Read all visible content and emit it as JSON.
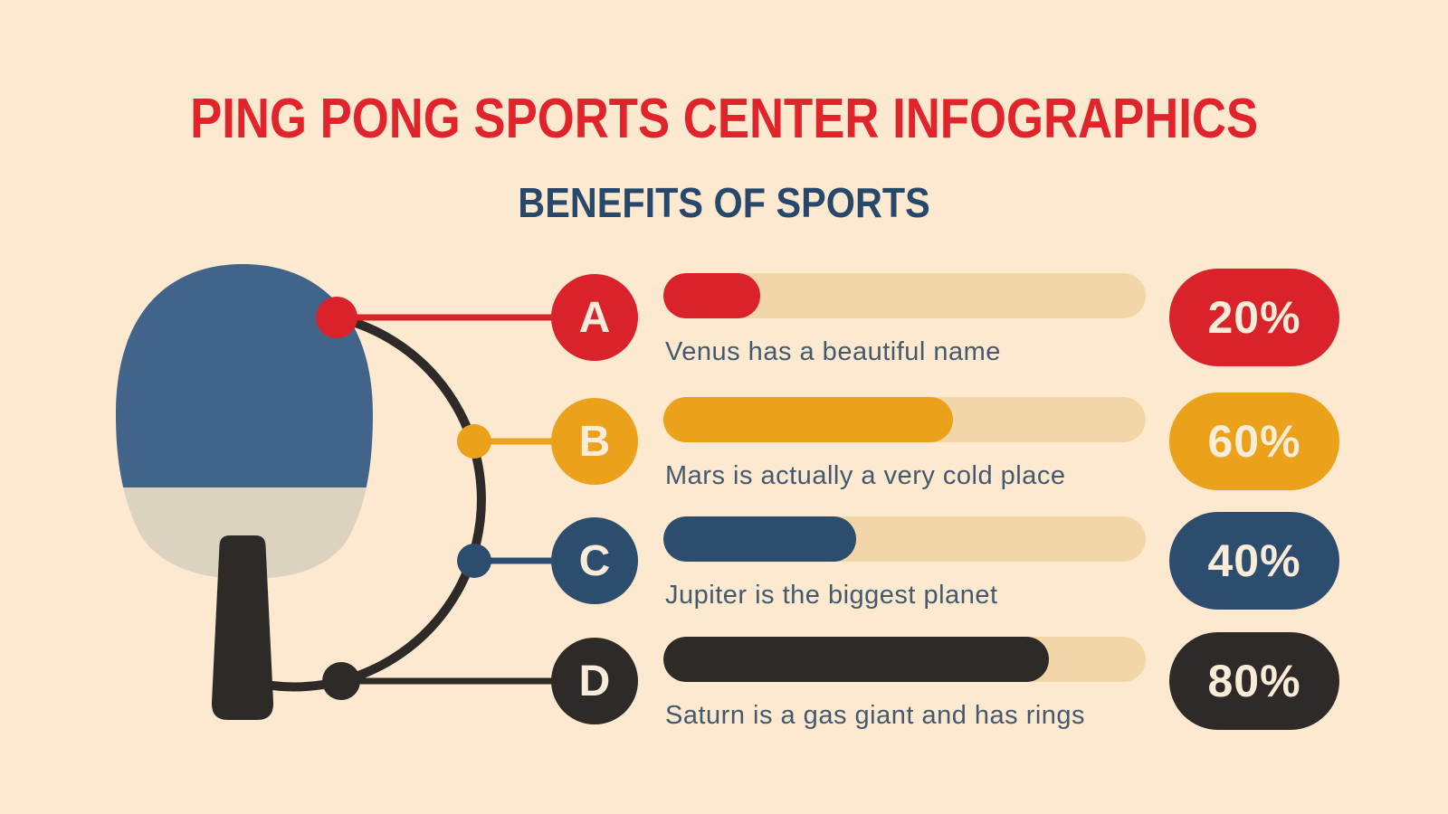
{
  "page": {
    "type": "infographic-slide"
  },
  "palette": {
    "bg": "#fce9cf",
    "track": "#f3d6a7",
    "cream": "#f9ecd8",
    "caption": "#44596e",
    "title": "#e1242b",
    "subtitle": "#28486b",
    "bladeblue": "#42648a",
    "bladecream": "#dcd2c0",
    "dark": "#2e2a27"
  },
  "header": {
    "title": "PING PONG SPORTS CENTER INFOGRAPHICS",
    "subtitle": "BENEFITS OF SPORTS"
  },
  "illustration": {
    "name": "ping-pong-paddle-with-connectors"
  },
  "chart_data": {
    "type": "bar",
    "title": "BENEFITS OF SPORTS",
    "categories": [
      "A",
      "B",
      "C",
      "D"
    ],
    "values": [
      20,
      60,
      40,
      80
    ],
    "unit": "%",
    "xlim": [
      0,
      100
    ],
    "legend": "none",
    "items": [
      {
        "label": "A",
        "percent": 20,
        "percent_label": "20%",
        "caption": "Venus has a beautiful name",
        "color": "#d9222a"
      },
      {
        "label": "B",
        "percent": 60,
        "percent_label": "60%",
        "caption": "Mars is actually a very cold place",
        "color": "#eca11a"
      },
      {
        "label": "C",
        "percent": 40,
        "percent_label": "40%",
        "caption": "Jupiter is the biggest planet",
        "color": "#2c4d6e"
      },
      {
        "label": "D",
        "percent": 80,
        "percent_label": "80%",
        "caption": "Saturn is a gas giant and has rings",
        "color": "#2e2a27"
      }
    ]
  }
}
